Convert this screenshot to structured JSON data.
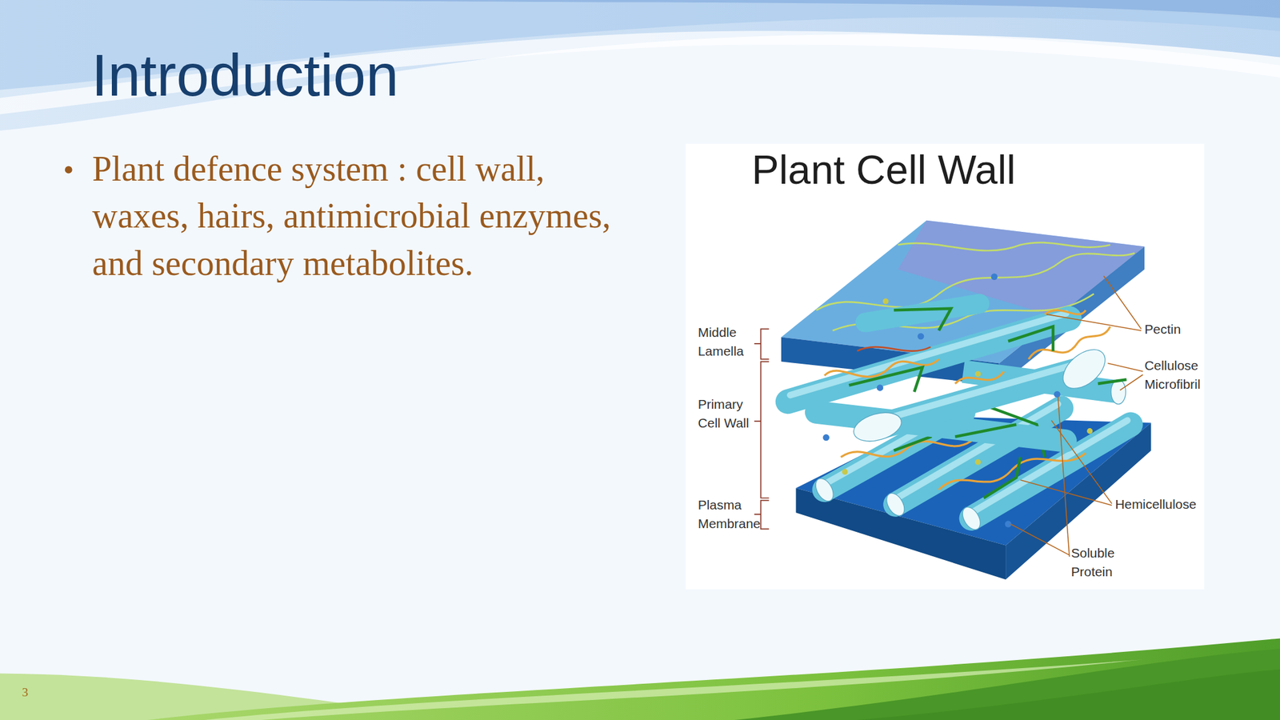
{
  "diagram": {
    "title": "Introduction",
    "labels": [
      "Plant defence system : cell wall, waxes, hairs, antimicrobial enzymes, and secondary metabolites.",
      "Plant Cell Wall",
      "Middle Lamella",
      "Primary Cell Wall",
      "Plasma Membrane",
      "Pectin",
      "Cellulose Microfibril",
      "Hemicellulose",
      "Soluble Protein",
      "3"
    ]
  }
}
